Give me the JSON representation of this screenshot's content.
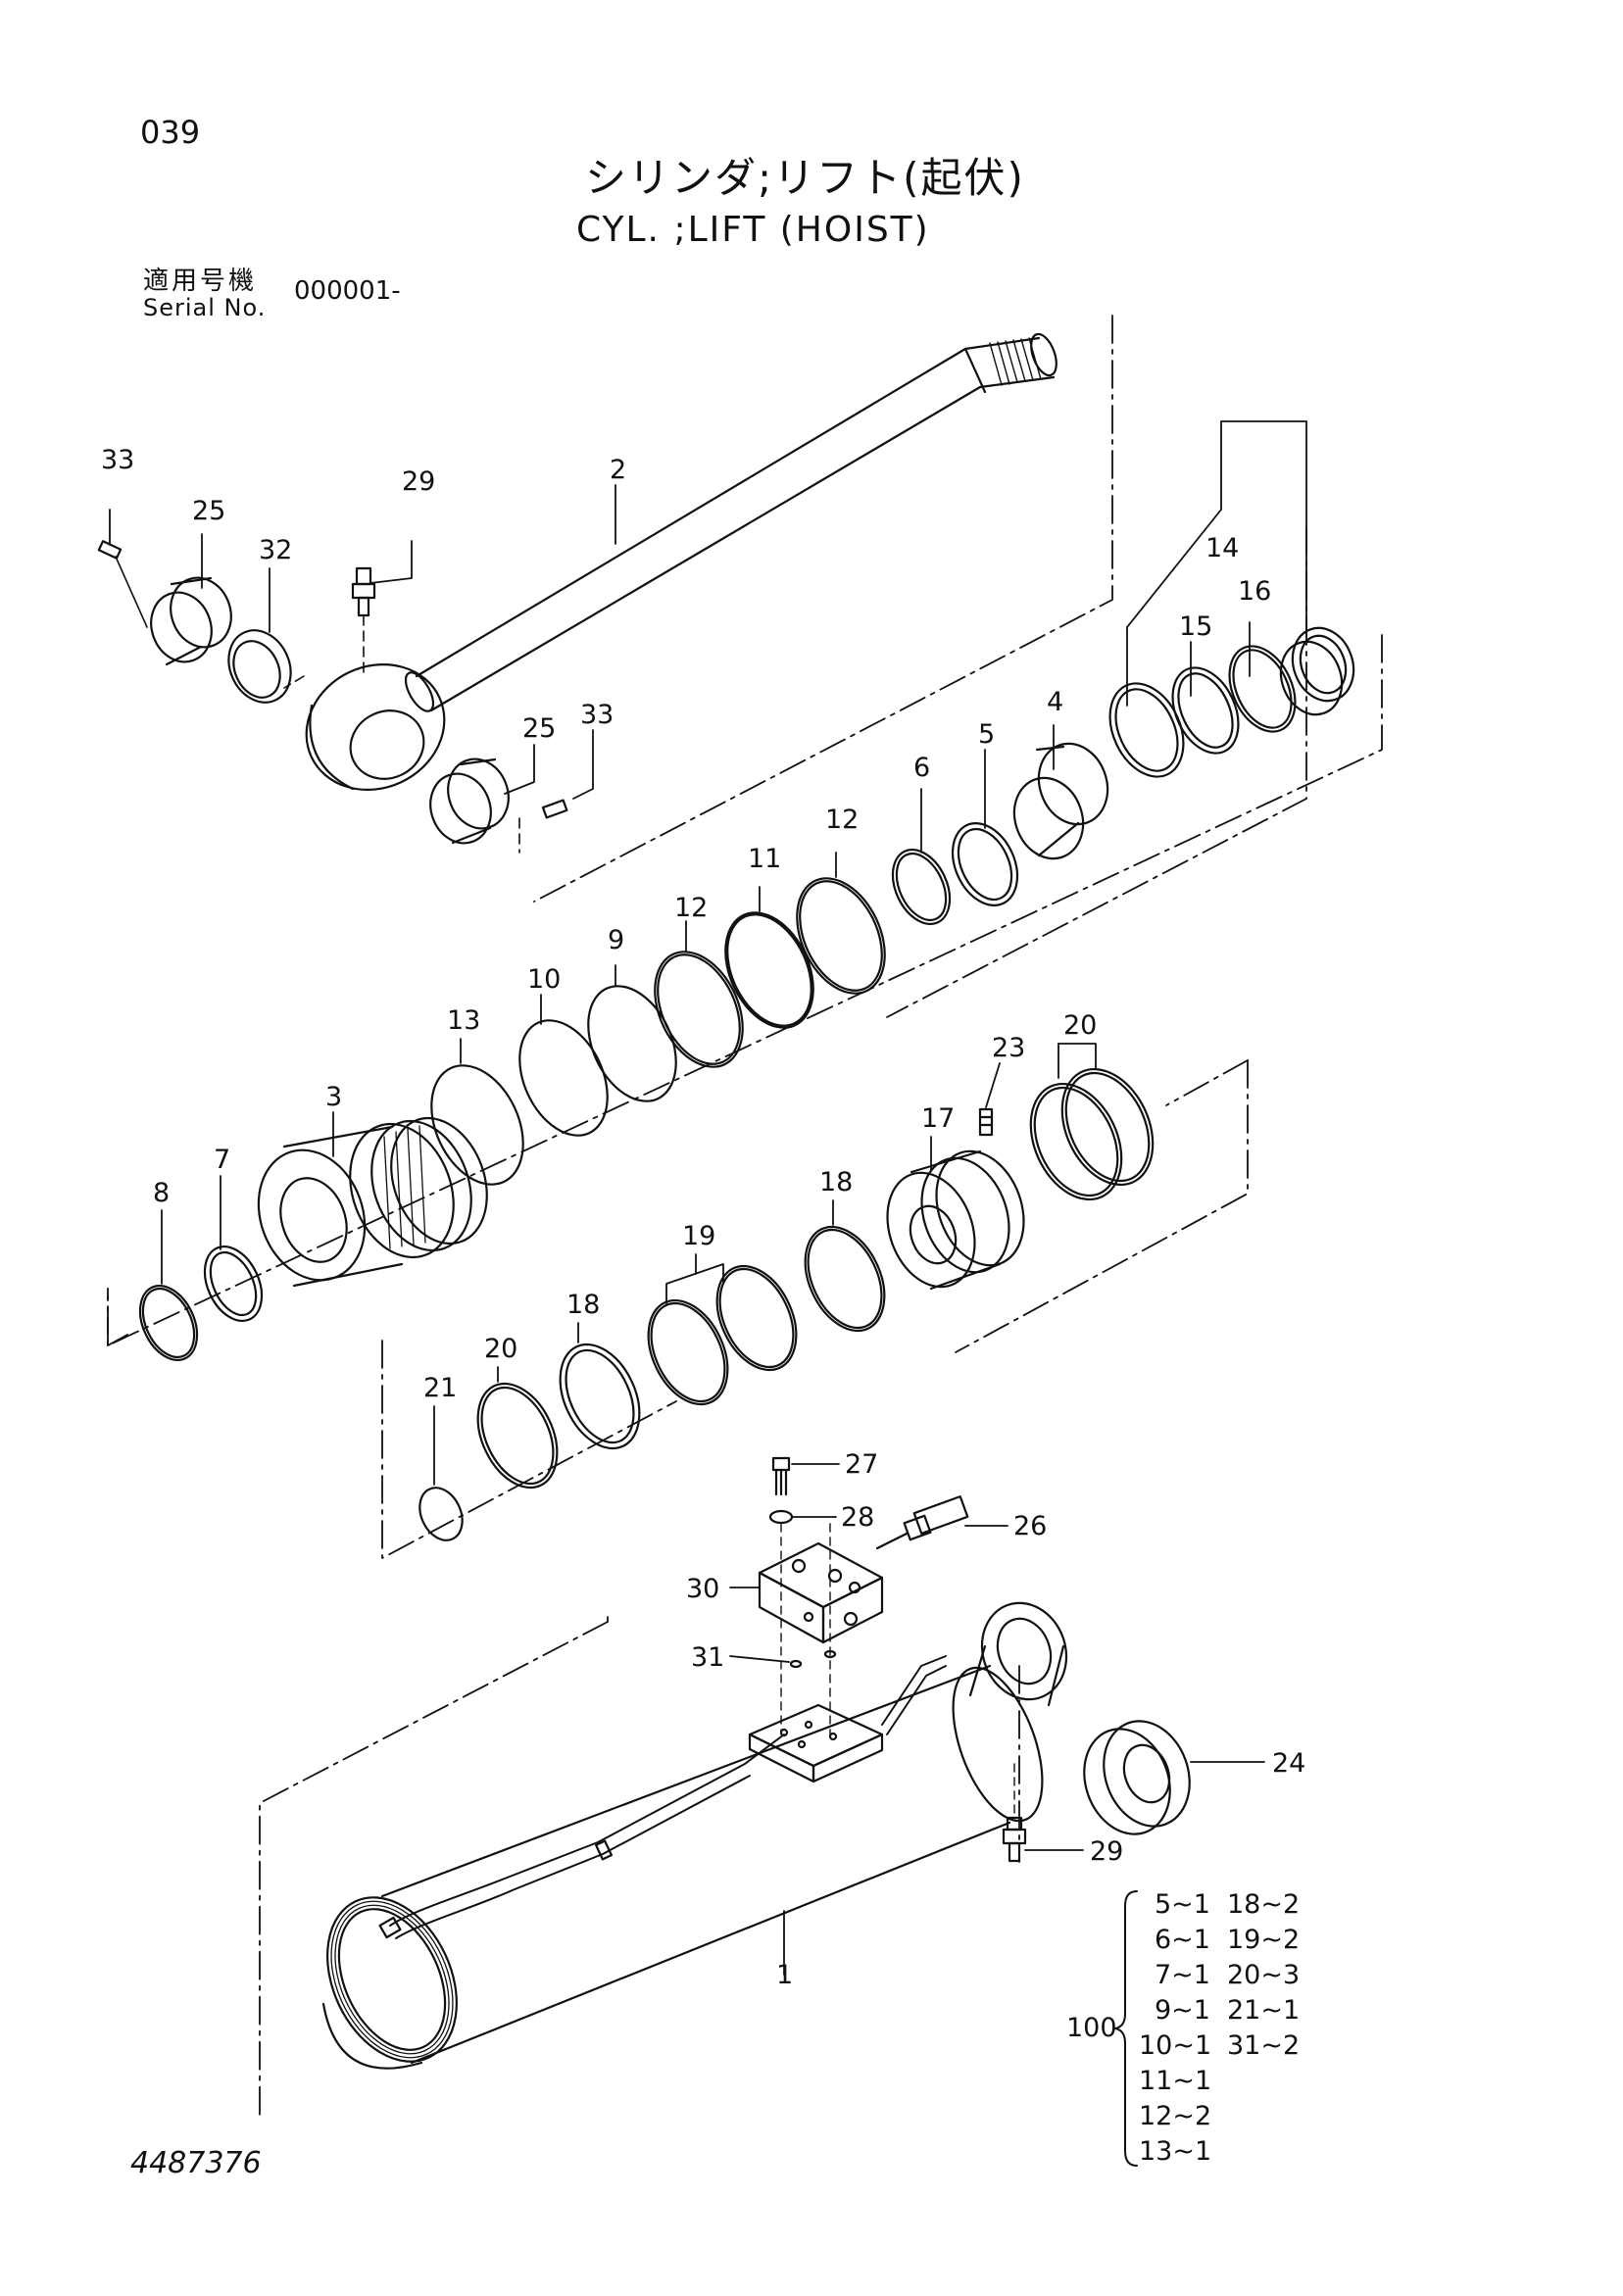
{
  "page": {
    "page_number": "039",
    "title_jp": "シリンダ;リフト(起伏)",
    "title_en": "CYL. ;LIFT (HOIST)",
    "serial_label_jp": "適用号機",
    "serial_label_en": "Serial No.",
    "serial_value": "000001-",
    "document_number": "4487376"
  },
  "callouts": {
    "c33a": "33",
    "c25a": "25",
    "c32": "32",
    "c29a": "29",
    "c2": "2",
    "c25b": "25",
    "c33b": "33",
    "c14": "14",
    "c15": "15",
    "c16": "16",
    "c4": "4",
    "c5": "5",
    "c6": "6",
    "c12a": "12",
    "c11": "11",
    "c12b": "12",
    "c9": "9",
    "c10": "10",
    "c13": "13",
    "c3": "3",
    "c7": "7",
    "c8": "8",
    "c20a": "20",
    "c23": "23",
    "c17": "17",
    "c18a": "18",
    "c19": "19",
    "c18b": "18",
    "c20b": "20",
    "c21": "21",
    "c27": "27",
    "c28": "28",
    "c26": "26",
    "c30": "30",
    "c31": "31",
    "c24": "24",
    "c29b": "29",
    "c1": "1"
  },
  "kit": {
    "number": "100",
    "col1": [
      "5~1",
      "6~1",
      "7~1",
      "9~1",
      "10~1",
      "11~1",
      "12~2",
      "13~1"
    ],
    "col2": [
      "18~2",
      "19~2",
      "20~3",
      "21~1",
      "31~2"
    ]
  }
}
